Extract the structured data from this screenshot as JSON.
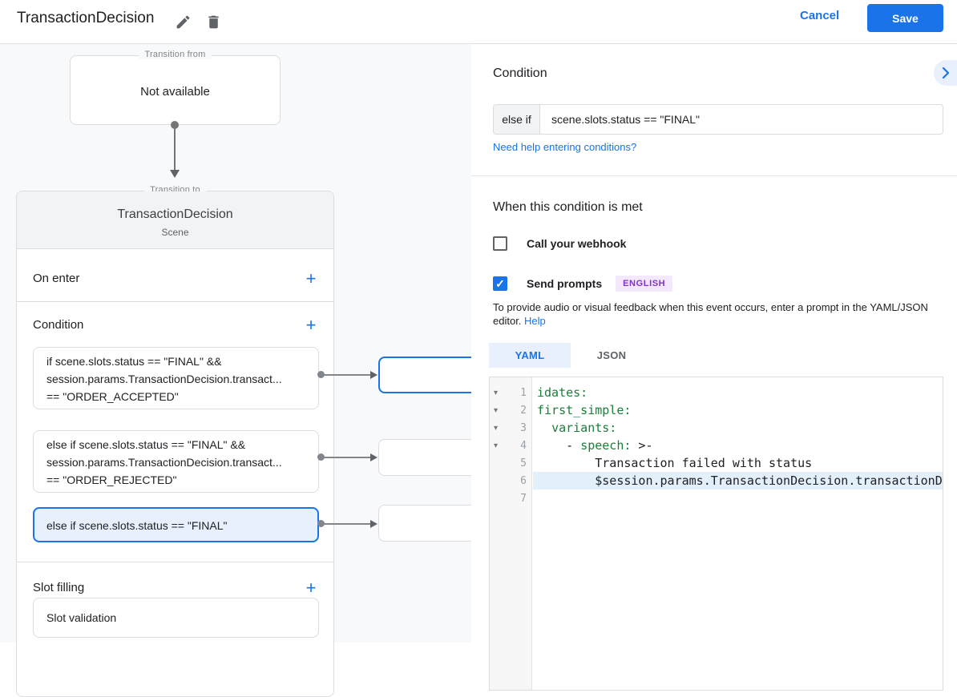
{
  "colors": {
    "accent": "#1a73e8",
    "selected_bg": "#e8f0fe",
    "badge_bg": "#f4e8fd",
    "badge_text": "#8430ce",
    "yaml_key_green": "#188038",
    "line_highlight": "#e3f0fc"
  },
  "header": {
    "title": "TransactionDecision",
    "cancel_label": "Cancel",
    "save_label": "Save"
  },
  "flow": {
    "transition_from": {
      "legend": "Transition from",
      "content": "Not available"
    },
    "transition_to": {
      "legend": "Transition to",
      "title": "TransactionDecision",
      "subtitle": "Scene",
      "on_enter_label": "On enter",
      "condition_label": "Condition",
      "slot_filling_label": "Slot filling",
      "plus": "+",
      "conditions": [
        {
          "lines": [
            "if scene.slots.status == \"FINAL\" &&",
            "session.params.TransactionDecision.transact...",
            "== \"ORDER_ACCEPTED\""
          ]
        },
        {
          "lines": [
            "else if scene.slots.status == \"FINAL\" &&",
            "session.params.TransactionDecision.transact...",
            "== \"ORDER_REJECTED\""
          ]
        },
        {
          "lines": [
            "else if scene.slots.status == \"FINAL\""
          ]
        }
      ],
      "slot_items": [
        {
          "label": "Slot validation"
        }
      ]
    }
  },
  "panel": {
    "condition_heading": "Condition",
    "condition_input": {
      "prefix": "else if",
      "value": "scene.slots.status == \"FINAL\""
    },
    "help_link": "Need help entering conditions?",
    "when_heading": "When this condition is met",
    "webhook_label": "Call your webhook",
    "send_prompts_label": "Send prompts",
    "checkmark": "✓",
    "language_badge": "ENGLISH",
    "description": "To provide audio or visual feedback when this event occurs, enter a prompt in the YAML/JSON editor.",
    "description_help": "Help",
    "tabs": [
      {
        "label": "YAML"
      },
      {
        "label": "JSON"
      }
    ],
    "editor": {
      "fold_glyph": "▾",
      "lines": [
        {
          "num": "1",
          "pre": "",
          "key": "idates:",
          "rest": ""
        },
        {
          "num": "2",
          "pre": "",
          "key": "first_simple:",
          "rest": ""
        },
        {
          "num": "3",
          "pre": "  ",
          "key": "variants:",
          "rest": ""
        },
        {
          "num": "4",
          "pre": "    - ",
          "key": "speech:",
          "rest": " >-"
        },
        {
          "num": "5",
          "pre": "        Transaction failed with status",
          "key": "",
          "rest": ""
        },
        {
          "num": "6",
          "pre": "        $session.params.TransactionDecision.transactionD",
          "key": "",
          "rest": ""
        },
        {
          "num": "7",
          "pre": "",
          "key": "",
          "rest": ""
        }
      ]
    }
  }
}
